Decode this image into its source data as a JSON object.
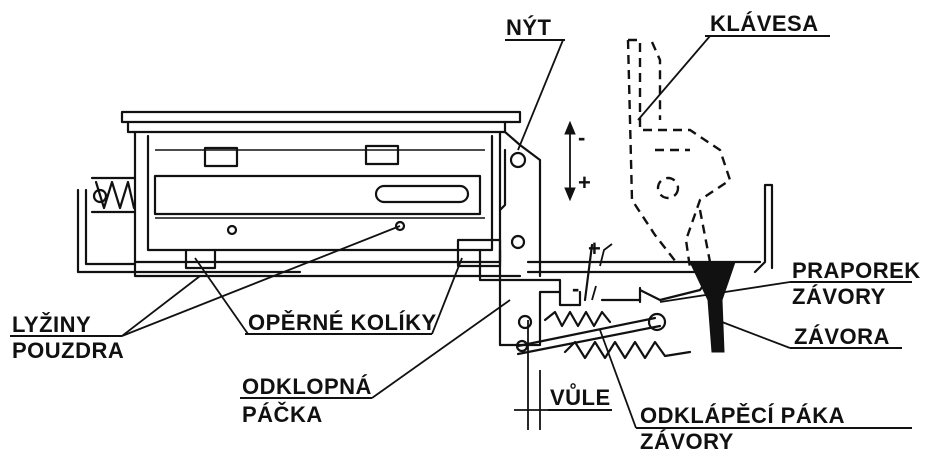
{
  "labels": {
    "nyt": "NÝT",
    "klavesa": "KLÁVESA",
    "praporek_1": "PRAPOREK",
    "praporek_2": "ZÁVORY",
    "zavora": "ZÁVORA",
    "lyziny_1": "LYŽINY",
    "lyziny_2": "POUZDRA",
    "operne_koliky": "OPĚRNÉ KOLÍKY",
    "odklopna_1": "ODKLOPNÁ",
    "odklopna_2": "PÁČKA",
    "vule": "VŮLE",
    "odklapeci_1": "ODKLÁPĚCÍ PÁKA",
    "odklapeci_2": "ZÁVORY"
  },
  "signs": {
    "minus_top": "-",
    "plus_top": "+",
    "plus_mid": "+",
    "minus_mid": "-"
  }
}
